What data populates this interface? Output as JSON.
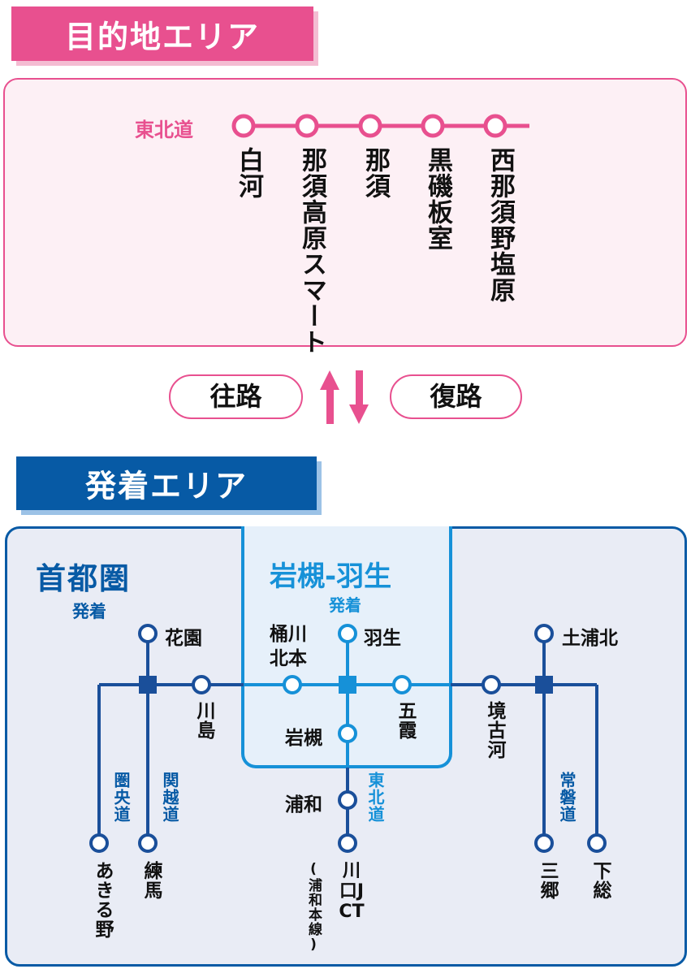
{
  "destination": {
    "header": "目的地エリア",
    "route_label": "東北道",
    "stations": [
      "白河",
      "那須高原スマート",
      "那須",
      "黒磯板室",
      "西那須野塩原"
    ]
  },
  "direction": {
    "outbound": "往路",
    "return": "復路"
  },
  "origin": {
    "header": "発着エリア",
    "shutoken": {
      "name": "首都圏",
      "sub": "発着"
    },
    "iwatsuki_hanyu": {
      "name": "岩槻-羽生",
      "sub": "発着"
    },
    "stations": {
      "hanazono": "花園",
      "kawajima": "川島",
      "akiruno": "あきる野",
      "nerima": "練馬",
      "okegawa_kitamoto": "桶川北本",
      "hanyu": "羽生",
      "kuki": "五霞",
      "iwatsuki": "岩槻",
      "urawa": "浦和",
      "kawaguchi_jct": "川口JCT",
      "kawaguchi_note": "(浦和本線)",
      "sakai_koga": "境古河",
      "tsuchiura_kita": "土浦北",
      "misato": "三郷",
      "shimofusa": "下総"
    },
    "routes": {
      "kenodo": "圏央道",
      "kanetsu": "関越道",
      "tohoku": "東北道",
      "joban": "常磐道"
    }
  },
  "colors": {
    "pink": "#e8508f",
    "navy": "#075aa5",
    "sky": "#1691d8"
  }
}
